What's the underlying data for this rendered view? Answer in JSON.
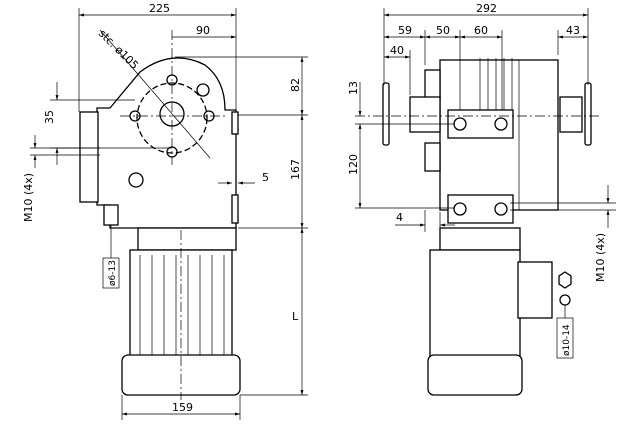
{
  "drawing": {
    "side_view": {
      "dim_width_total": "225",
      "dim_shaft_offset": "90",
      "dim_pitch_circle": "stc. ø105",
      "dim_top_height": "82",
      "dim_lower_height": "167",
      "dim_motor_length": "L",
      "dim_motor_width": "159",
      "dim_hole_spacing": "35",
      "dim_thread": "M10 (4x)",
      "dim_gap": "5",
      "dim_cable_gland": "ø6-13"
    },
    "front_view": {
      "dim_width_total": "292",
      "dim_a": "59",
      "dim_b": "50",
      "dim_c": "60",
      "dim_d": "43",
      "dim_e": "40",
      "dim_f": "13",
      "dim_g": "120",
      "dim_h": "4",
      "dim_thread": "M10 (4x)",
      "dim_cable_gland": "ø10-14"
    }
  }
}
